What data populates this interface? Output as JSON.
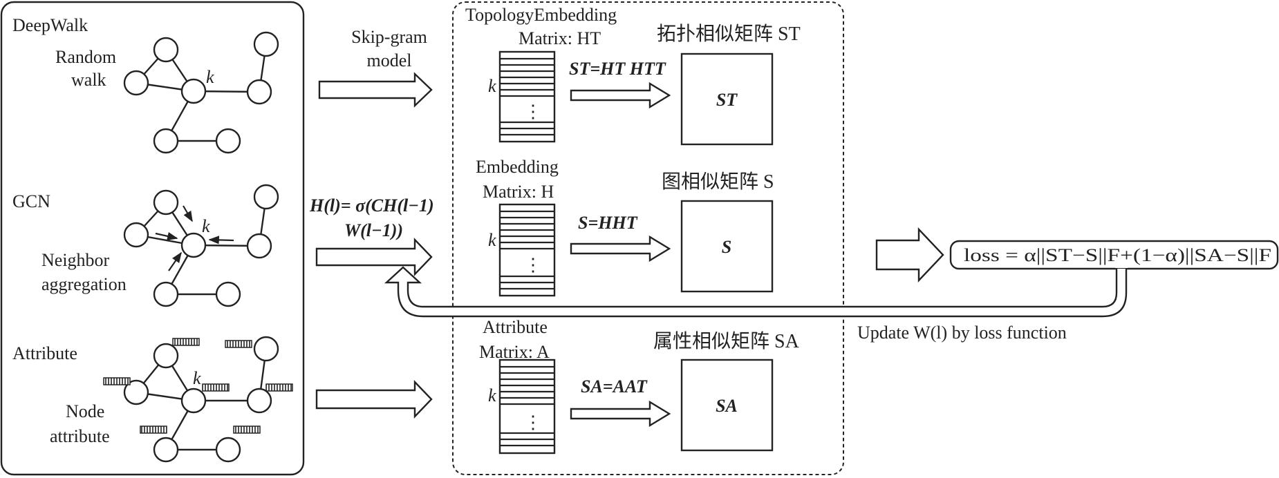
{
  "left_panel": {
    "deepwalk": {
      "title": "DeepWalk",
      "label_line1": "Random",
      "label_line2": "walk",
      "node_label": "k"
    },
    "gcn": {
      "title": "GCN",
      "label_line1": "Neighbor",
      "label_line2": "aggregation",
      "node_label": "k"
    },
    "attribute": {
      "title": "Attribute",
      "label_line1": "Node",
      "label_line2": "attribute",
      "node_label": "k"
    }
  },
  "arrows": {
    "skipgram_line1": "Skip-gram",
    "skipgram_line2": "model",
    "gcn_formula_line1": "H(l)= σ(CH(l−1)",
    "gcn_formula_line2": "W(l−1))"
  },
  "middle_panel": {
    "topology": {
      "title_line1": "TopologyEmbedding",
      "title_line2": "Matrix: HT",
      "row_label": "k",
      "dots": "⋮",
      "formula": "ST=HT HTT",
      "result_title": "拓扑相似矩阵 ST",
      "result_label": "ST"
    },
    "embedding": {
      "title_line1": "Embedding",
      "title_line2": "Matrix: H",
      "row_label": "k",
      "dots": "⋮",
      "formula": "S=HHT",
      "result_title": "图相似矩阵 S",
      "result_label": "S"
    },
    "attribute": {
      "title_line1": "Attribute",
      "title_line2": "Matrix: A",
      "row_label": "k",
      "dots": "⋮",
      "formula": "SA=AAT",
      "result_title": "属性相似矩阵 SA",
      "result_label": "SA"
    }
  },
  "loss": {
    "formula": "loss = α||ST−S||F+(1−α)||SA−S||F",
    "update_label": "Update W(l) by loss function"
  }
}
